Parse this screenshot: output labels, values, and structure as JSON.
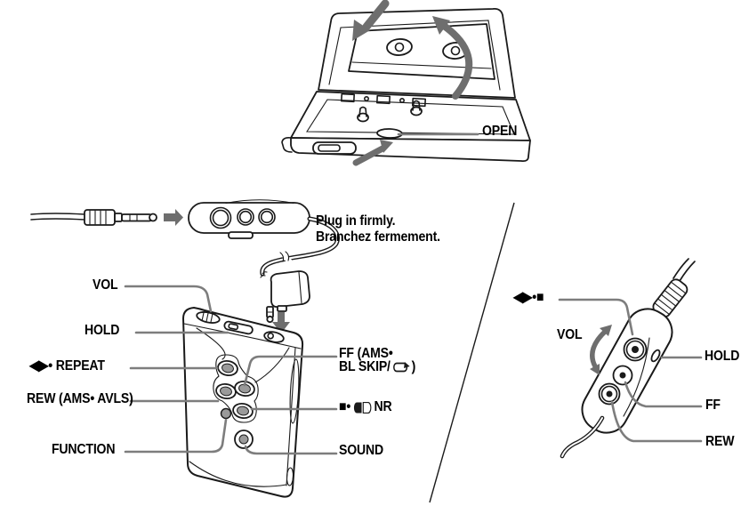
{
  "colors": {
    "background": "#ffffff",
    "ink": "#1a1a1a",
    "callout": "#7d7d7d",
    "arrow": "#6e6e6e",
    "button": "#9a9a9a",
    "text": "#000000"
  },
  "cassette_figure": {
    "open_label": "OPEN"
  },
  "remote_plug_figure": {
    "note_line1": "Plug in firmly.",
    "note_line2": "Branchez fermement."
  },
  "main_unit_figure": {
    "labels": {
      "vol": "VOL",
      "hold": "HOLD",
      "repeat": "◀▶• REPEAT",
      "rew": "REW (AMS• AVLS)",
      "function": "FUNCTION",
      "ff_line1": "FF (AMS•",
      "ff_line2_pre": "BL SKIP/",
      "ff_line2_post": ")",
      "stop_pre": "■•",
      "stop_post": "NR",
      "sound": "SOUND"
    }
  },
  "remote_figure": {
    "labels": {
      "play_stop": "◀▶•■",
      "vol": "VOL",
      "hold": "HOLD",
      "ff": "FF",
      "rew": "REW"
    }
  },
  "icons": {
    "ff_loop": "continuous-play-loop-icon",
    "stop_dolby": "dolby-nr-icon"
  }
}
